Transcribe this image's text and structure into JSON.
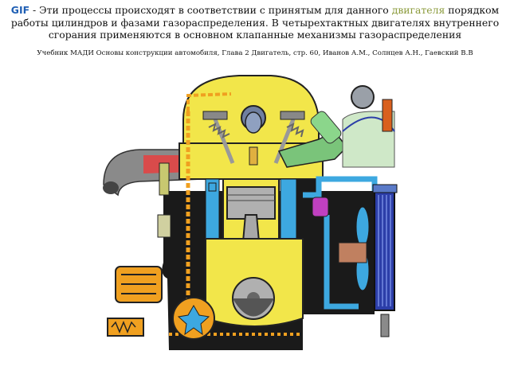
{
  "caption": {
    "gif_label": "GIF",
    "dash": " - ",
    "text_part1": "Эти процессы происходят в соответствии с принятым для данного ",
    "highlight": "двигателя",
    "text_part2": " порядком работы цилиндров и фазами газораспределения. В четырехтактных двигателях внутреннего сгорания применяются в основном клапанные механизмы газораспределения"
  },
  "source": "Учебник МАДИ Основы конструкции автомобиля,  Глава 2 Двигатель,  стр. 60,  Иванов А.М., Солнцев А.Н., Гаевский В.В",
  "colors": {
    "engine_yellow": "#f2e64a",
    "coolant_blue": "#3da8e0",
    "oil_orange": "#f0a020",
    "exhaust_red": "#d94b4b",
    "block_black": "#1a1a1a",
    "radiator_navy": "#2c3ea8"
  }
}
